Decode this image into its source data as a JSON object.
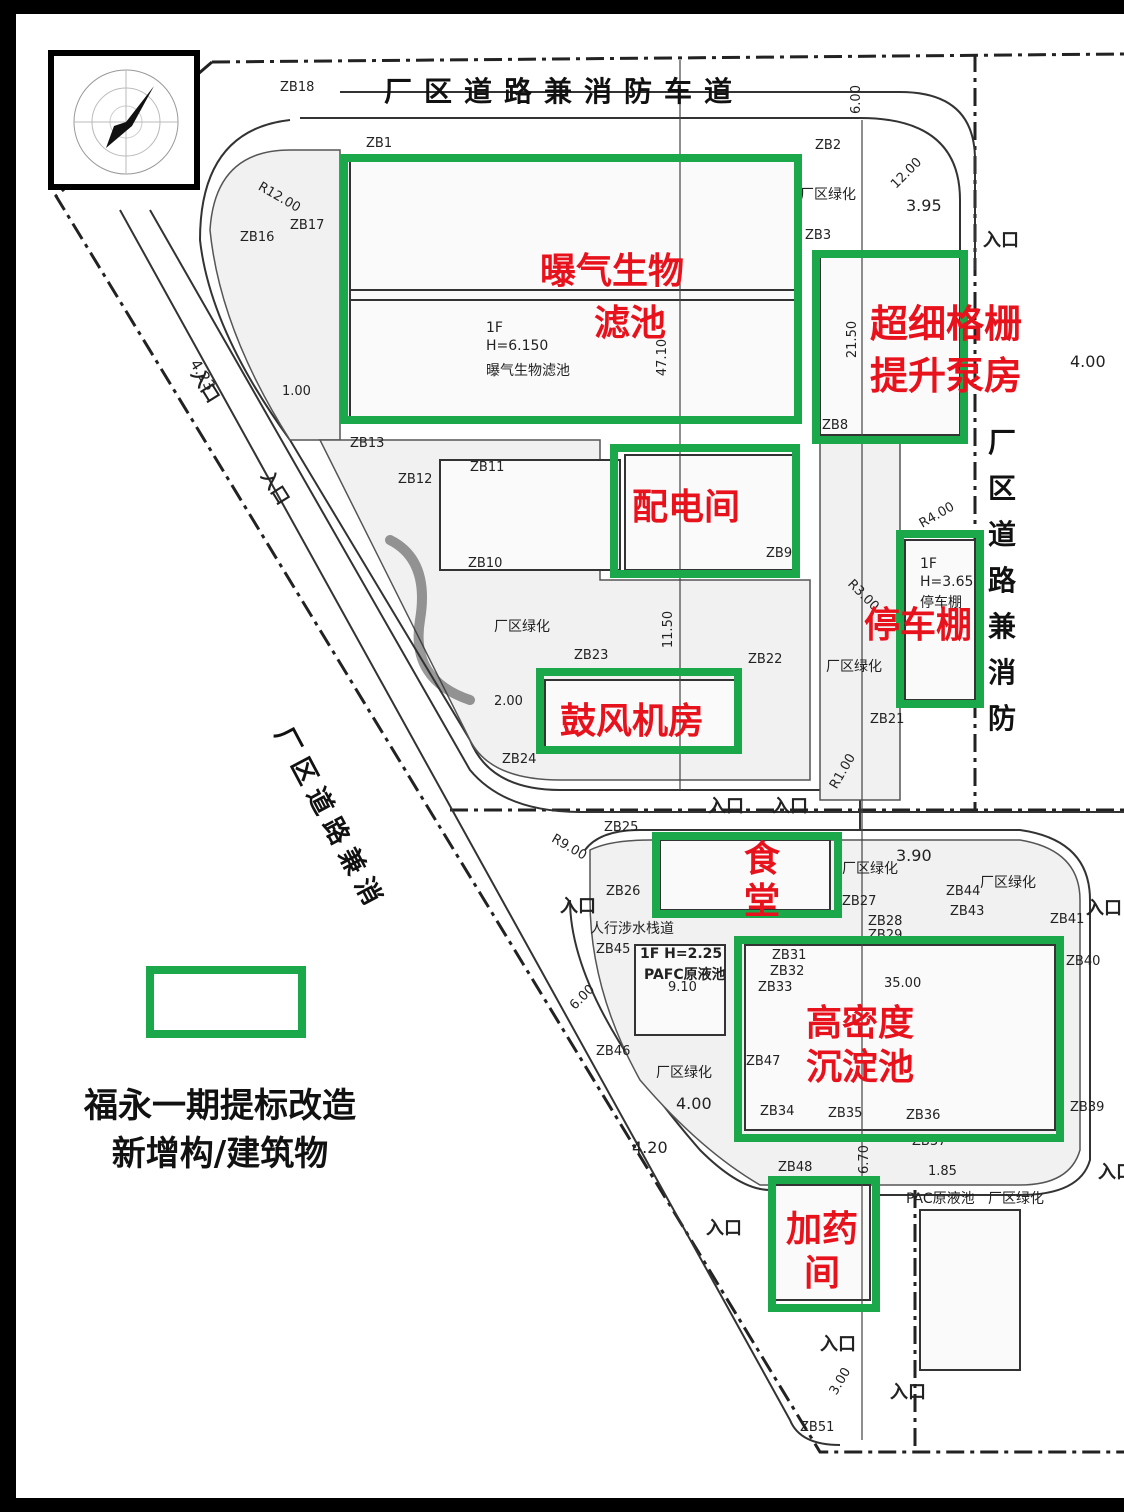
{
  "buildings": [
    {
      "id": "aeration",
      "lines": [
        "曝气生物",
        "滤池"
      ]
    },
    {
      "id": "pump",
      "lines": [
        "超细格栅",
        "提升泵房"
      ]
    },
    {
      "id": "power",
      "lines": [
        "配电间"
      ]
    },
    {
      "id": "carport",
      "lines": [
        "停车棚"
      ]
    },
    {
      "id": "blower",
      "lines": [
        "鼓风机房"
      ]
    },
    {
      "id": "canteen",
      "lines": [
        "食",
        "堂"
      ]
    },
    {
      "id": "sedimentation",
      "lines": [
        "高密度",
        "沉淀池"
      ]
    },
    {
      "id": "dosing",
      "lines": [
        "加药",
        "间"
      ]
    }
  ],
  "legend": {
    "line1": "福永一期提标改造",
    "line2": "新增构/建筑物"
  },
  "drawing_text": {
    "top_road": "厂区道路兼消防车道",
    "right_road": "厂区道路兼消防",
    "left_road": "厂区道路兼消",
    "entrances": [
      "入口",
      "入口",
      "入口",
      "入口",
      "入口",
      "入口",
      "入口",
      "入口",
      "入口",
      "入口",
      "入口"
    ],
    "green": [
      "厂区绿化",
      "厂区绿化",
      "厂区绿化",
      "厂区绿化",
      "厂区绿化",
      "厂区绿化",
      "厂区绿化"
    ],
    "aeration_detail": [
      "1F",
      "H=6.150",
      "曝气生物滤池"
    ],
    "pafc": [
      "1F  H=2.25",
      "PAFC原液池"
    ],
    "carport_detail": [
      "1F",
      "H=3.65",
      "停车棚"
    ],
    "pac": "PAC原液池",
    "walkway": "人行涉水栈道",
    "zb_labels": [
      "ZB18",
      "ZB1",
      "ZB2",
      "ZB3",
      "ZB17",
      "ZB16",
      "ZB13",
      "ZB12",
      "ZB11",
      "ZB10",
      "ZB9",
      "ZB8",
      "ZB23",
      "ZB22",
      "ZB21",
      "ZB24",
      "ZB25",
      "ZB26",
      "ZB27",
      "ZB28",
      "ZB29",
      "ZB31",
      "ZB32",
      "ZB33",
      "ZB34",
      "ZB35",
      "ZB36",
      "ZB37",
      "ZB39",
      "ZB40",
      "ZB41",
      "ZB43",
      "ZB44",
      "ZB45",
      "ZB46",
      "ZB47",
      "ZB48",
      "ZB51"
    ],
    "dims": [
      "6.00",
      "3.95",
      "12.00",
      "4.00",
      "4.23",
      "2.00",
      "1.00",
      "47.10",
      "11.50",
      "21.50",
      "3.90",
      "35.00",
      "4.20",
      "4.00",
      "6.00",
      "3.00",
      "6.70",
      "1.85",
      "9.10",
      "R12.00",
      "R1.00",
      "R3.00",
      "R9.00",
      "R4.00"
    ]
  }
}
